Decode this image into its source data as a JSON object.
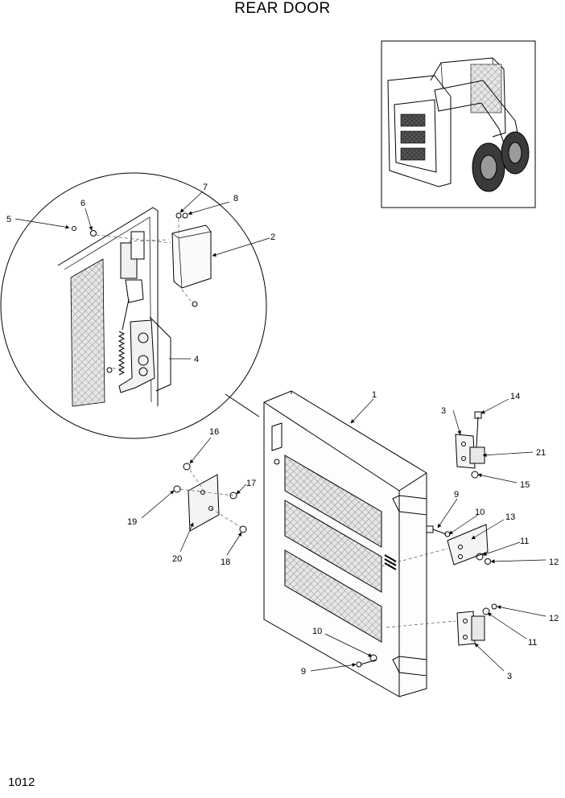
{
  "title": "REAR DOOR",
  "page_number": "1012",
  "callouts": [
    {
      "id": "c1",
      "label": "1"
    },
    {
      "id": "c2",
      "label": "2"
    },
    {
      "id": "c3a",
      "label": "3"
    },
    {
      "id": "c3b",
      "label": "3"
    },
    {
      "id": "c4",
      "label": "4"
    },
    {
      "id": "c5",
      "label": "5"
    },
    {
      "id": "c6",
      "label": "6"
    },
    {
      "id": "c7",
      "label": "7"
    },
    {
      "id": "c8",
      "label": "8"
    },
    {
      "id": "c9a",
      "label": "9"
    },
    {
      "id": "c9b",
      "label": "9"
    },
    {
      "id": "c10a",
      "label": "10"
    },
    {
      "id": "c10b",
      "label": "10"
    },
    {
      "id": "c11a",
      "label": "11"
    },
    {
      "id": "c11b",
      "label": "11"
    },
    {
      "id": "c12a",
      "label": "12"
    },
    {
      "id": "c12b",
      "label": "12"
    },
    {
      "id": "c13",
      "label": "13"
    },
    {
      "id": "c14",
      "label": "14"
    },
    {
      "id": "c15",
      "label": "15"
    },
    {
      "id": "c16",
      "label": "16"
    },
    {
      "id": "c17",
      "label": "17"
    },
    {
      "id": "c18",
      "label": "18"
    },
    {
      "id": "c19",
      "label": "19"
    },
    {
      "id": "c20",
      "label": "20"
    },
    {
      "id": "c21",
      "label": "21"
    }
  ]
}
